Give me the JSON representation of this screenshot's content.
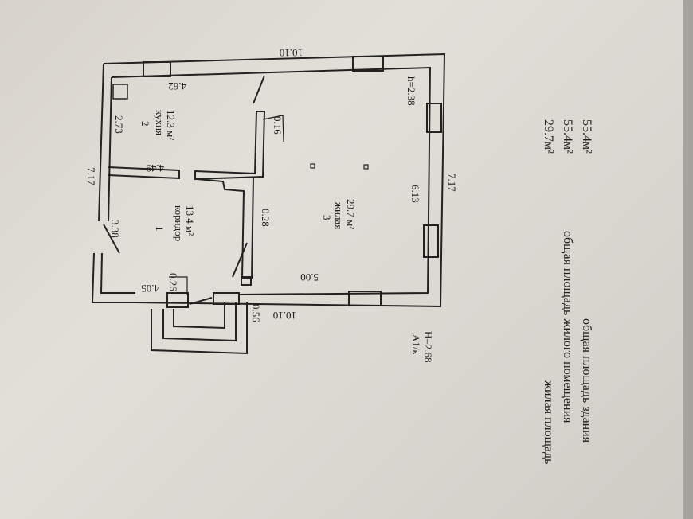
{
  "plan": {
    "dim_top": "10.10",
    "dim_bottom": "10.10",
    "dim_left": "7.17",
    "dim_right": "7.17",
    "kitchen_depth": "2.73",
    "kitchen_width": "4.62",
    "kitchen_partition": "4.49",
    "wall_016": "0.16",
    "wall_028": "0.28",
    "corridor_depth": "3.38",
    "corridor_width": "4.05",
    "wall_026": "0.26",
    "porch_056": "0.56",
    "living_width": "5.00",
    "living_depth": "6.13",
    "ceiling_height": "h=2.38",
    "room1": {
      "number": "1",
      "name": "коридор",
      "area": "13.4 м²"
    },
    "room2": {
      "number": "2",
      "name": "кухня",
      "area": "12.3 м²"
    },
    "room3": {
      "number": "3",
      "name": "жилая",
      "area": "29.7 м²"
    },
    "block_label": "А1/к",
    "block_height": "H=2.68"
  },
  "summary": {
    "rows": [
      {
        "label": "жилая площадь",
        "value": "29.7м²"
      },
      {
        "label": "общая площадь жилого помещения",
        "value": "55.4м²"
      },
      {
        "label": "общая площадь здания",
        "value": "55.4м²"
      }
    ]
  }
}
